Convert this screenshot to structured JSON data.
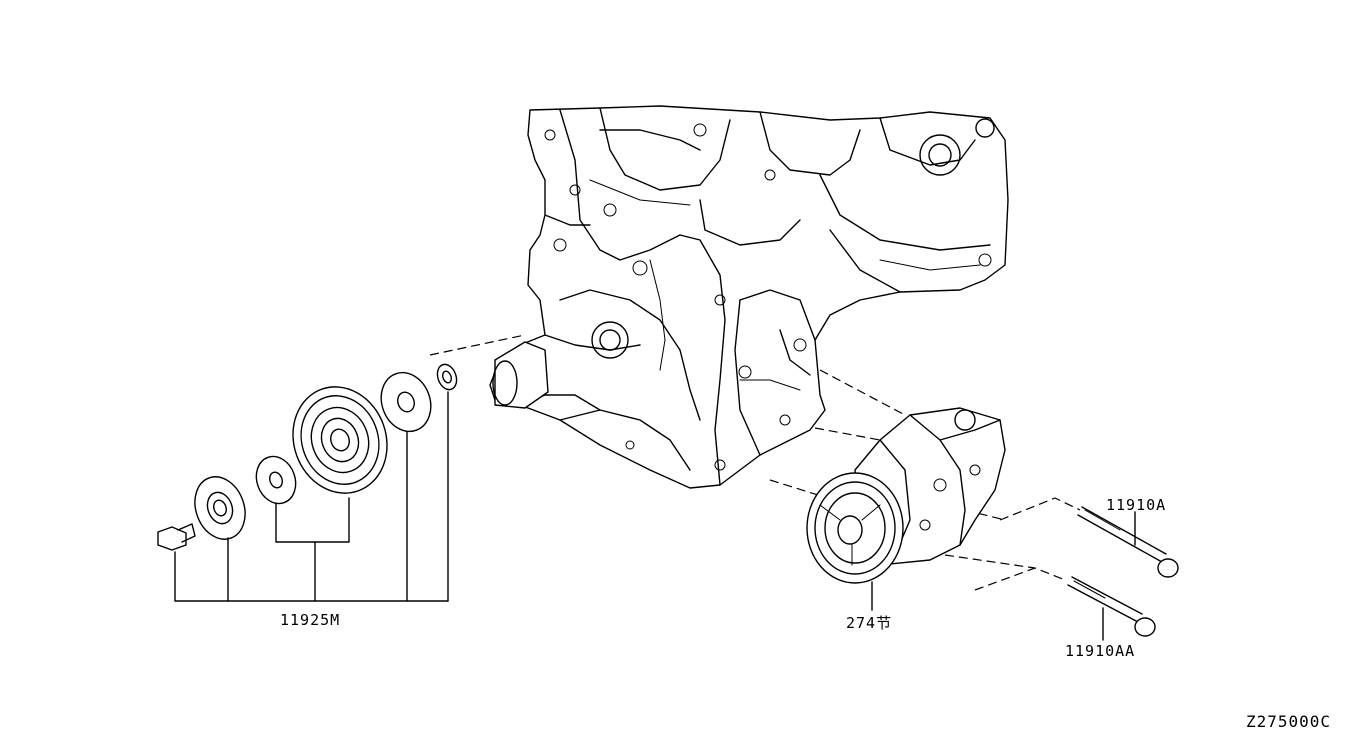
{
  "labels": {
    "pulley_kit": "11925M",
    "compressor": "274节",
    "bolt_upper": "11910A",
    "bolt_lower": "11910AA",
    "diagram_code": "Z275000C"
  }
}
